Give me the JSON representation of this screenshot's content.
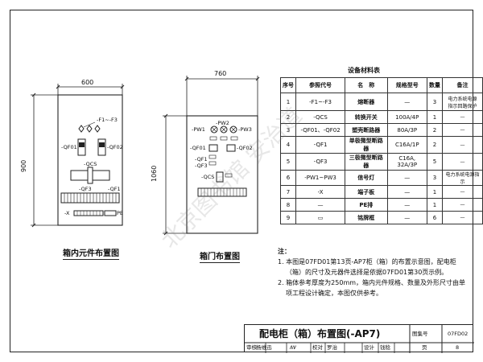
{
  "left_cabinet": {
    "width_dim": "600",
    "height_dim": "900",
    "label_fuse": "-F1~-F3",
    "label_qf01": "-QF01",
    "label_qf02": "-QF02",
    "label_qcs": "-QCS",
    "label_qf3": "-QF3",
    "label_qf1": "-QF1",
    "label_x": "-X",
    "label_pe": "PE",
    "caption": "箱内元件布置图"
  },
  "door": {
    "width_dim": "760",
    "height_dim": "1060",
    "label_pw2": "-PW2",
    "label_pw1": "-PW1",
    "label_pw3": "-PW3",
    "label_qf01": "-QF01",
    "label_qf02": "-QF02",
    "label_qf1": "-QF1",
    "label_qf3": "-QF3",
    "label_qcs": "-QCS",
    "caption": "箱门布置图"
  },
  "materials": {
    "title": "设备材料表",
    "headers": [
      "序号",
      "参照代号",
      "名　称",
      "规格型号",
      "数量",
      "备注"
    ],
    "rows": [
      [
        "1",
        "-F1~-F3",
        "熔断器",
        "—",
        "3",
        "电力系统电源\n指示回路保护"
      ],
      [
        "2",
        "-QCS",
        "转换开关",
        "100A/4P",
        "1",
        "—"
      ],
      [
        "3",
        "-QF01、-QF02",
        "塑壳断路器",
        "80A/3P",
        "2",
        "—"
      ],
      [
        "4",
        "-QF1",
        "单极微型断路器",
        "C16A/1P",
        "2",
        "—"
      ],
      [
        "5",
        "-QF3",
        "三极微型断路器",
        "C16A, 32A/3P",
        "5",
        "—"
      ],
      [
        "6",
        "-PW1~PW3",
        "信号灯",
        "—",
        "3",
        "电力系统电源指示"
      ],
      [
        "7",
        "-X",
        "端子板",
        "—",
        "1",
        "—"
      ],
      [
        "8",
        "—",
        "PE排",
        "—",
        "1",
        "—"
      ],
      [
        "9",
        "▭",
        "铭牌框",
        "—",
        "6",
        "—"
      ]
    ]
  },
  "notes": {
    "heading": "注：",
    "line1": "1. 本图是07FD01第13页-AP7柜（箱）的布置示意图，配电柜",
    "line2": "（箱）的尺寸及元器件选择是依据07FD01第30页示例。",
    "line3": "2. 箱体参考厚度为250mm，箱内元件规格、数量及外形尺寸由单",
    "line4": "项工程设计确定，本图仅供参考。"
  },
  "title_block": {
    "title": "配电柜（箱）布置图(-AP7)",
    "atlas_label": "图集号",
    "atlas_no": "07FD02",
    "review": "审核",
    "reviewer": "杨维迅",
    "check": "校对",
    "checker": "罗治",
    "design": "设计",
    "designer": "钱稔",
    "page_label": "页",
    "page_no": "8"
  },
  "watermark": "北京图书馆 安治道"
}
